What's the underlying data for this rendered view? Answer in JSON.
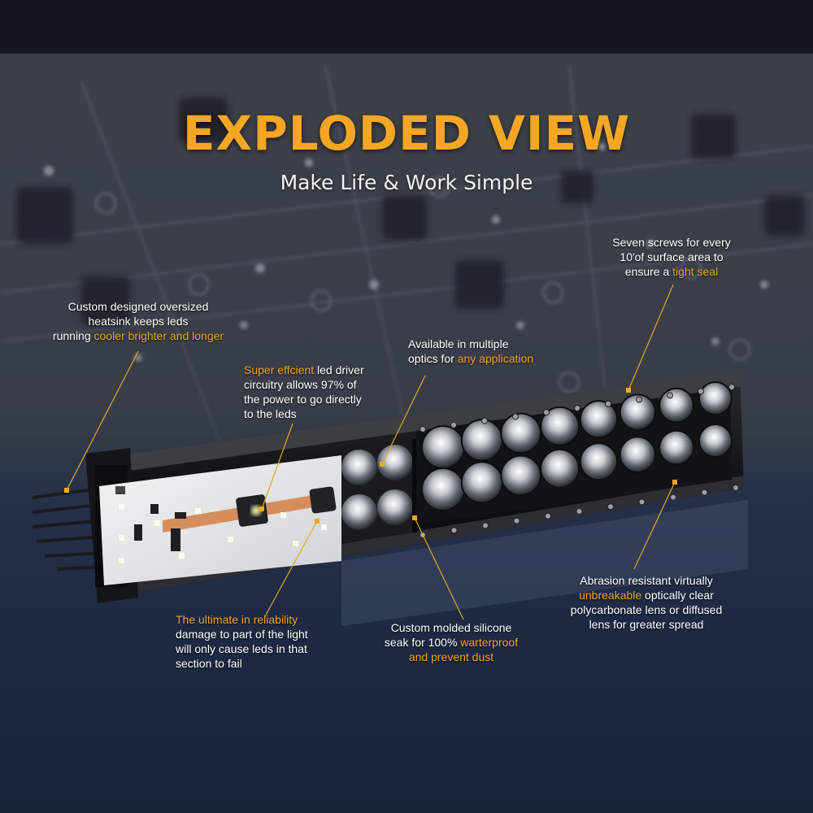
{
  "title": "EXPLODED VIEW",
  "subtitle": "Make Life & Work Simple",
  "colors": {
    "accent": "#f5a623",
    "text": "#ffffff",
    "background": "#1b2233"
  },
  "callouts": {
    "heatsink": {
      "line1": "Custom designed oversized",
      "line2": "heatsink keeps leds",
      "line3_pre": "running ",
      "line3_hl": "cooler brighter and longer"
    },
    "driver": {
      "hl": "Super effcient",
      "line1_post": " led driver",
      "line2": "circuitry allows 97% of",
      "line3": "the power to go directly",
      "line4": "to the leds"
    },
    "optics": {
      "line1": "Available in multiple",
      "line2_pre": "optics for ",
      "line2_hl": "any application"
    },
    "screws": {
      "line1": "Seven screws for every",
      "line2": "10′of surface area to",
      "line3_pre": "ensure a ",
      "line3_hl": "tight seal"
    },
    "reliability": {
      "hl": "The ultimate in reliability",
      "line2": "damage to part of the light",
      "line3": "will only cause leds in that",
      "line4": "section to fail"
    },
    "silicone": {
      "line1": "Custom molded silicone",
      "line2_pre": "seak for 100% ",
      "line2_hl": "warterproof",
      "line3_hl": "and prevent dust"
    },
    "lens": {
      "line1": "Abrasion resistant virtually",
      "line2_hl": "unbreakable",
      "line2_post": " optically clear",
      "line3": "polycarbonate lens or diffused",
      "line4": "lens for greater spread"
    }
  }
}
